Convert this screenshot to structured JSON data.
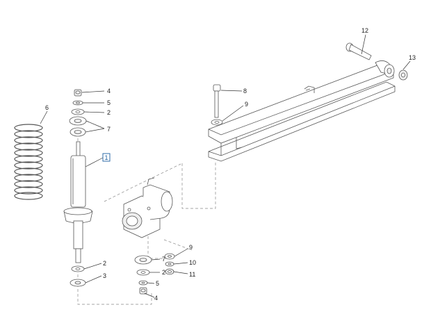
{
  "diagram": {
    "callouts": {
      "c1": "1",
      "c2a": "2",
      "c2b": "2",
      "c2c": "2",
      "c3": "3",
      "c4a": "4",
      "c4b": "4",
      "c5a": "5",
      "c5b": "5",
      "c6": "6",
      "c7a": "7",
      "c7b": "7",
      "c8": "8",
      "c9a": "9",
      "c9b": "9",
      "c10": "10",
      "c11": "11",
      "c12": "12",
      "c13": "13"
    }
  }
}
